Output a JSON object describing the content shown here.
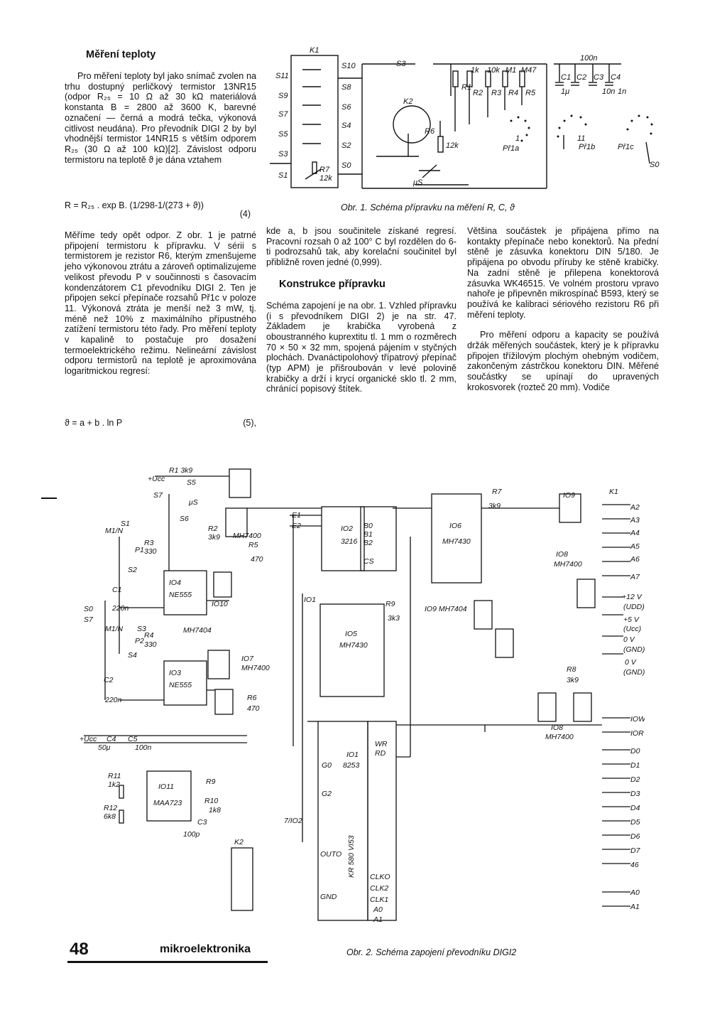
{
  "article": {
    "heading": "Měření teploty",
    "intro": "Pro měření teploty byl jako snímač zvolen na trhu dostupný perličkový termistor 13NR15 (odpor R₂₅ = 10 Ω až 30 kΩ materiálová konstanta B = 2800 až 3600 K, barevné označení — černá a modrá tečka, výkonová citlivost neudána). Pro převodník DIGI 2 by byl vhodnější termistor 14NR15 s větším odporem R₂₅ (30 Ω až 100 kΩ)[2]. Závislost odporu termistoru na teplotě ϑ je dána vztahem",
    "formula4": "R = R₂₅ . exp B. (1/298-1/(273 + ϑ))",
    "formula4_num": "(4)",
    "para2": "Měříme tedy opět odpor. Z obr. 1 je patrné připojení termistoru k přípravku. V sérii s termistorem je rezistor R6, kterým zmenšujeme jeho výkonovou ztrátu a zároveň optimalizujeme velikost převodu P v součinnosti s časovacím kondenzátorem C1 převodníku DIGI 2. Ten je připojen sekcí přepínače rozsahů Př1c v poloze 11. Výkonová ztráta je menší než 3 mW, tj. méně než 10% z maximálního přípustného zatížení termistoru této řady. Pro měření teploty v kapalině to postačuje pro dosažení termoelektrického režimu. Nelineární závislost odporu termistorů na teplotě je aproximována logaritmickou regresí:",
    "formula5": "ϑ = a + b . ln P",
    "formula5_num": "(5),",
    "para3": "kde a, b jsou součinitele získané regresí. Pracovní rozsah 0 až 100° C byl rozdělen do 6-ti podrozsahů tak, aby korelační součinitel byl přibližně roven jedné (0,999).",
    "heading2": "Konstrukce přípravku",
    "para4": "Schéma zapojení je na obr. 1. Vzhled přípravku (i s převodníkem DIGI 2) je na str. 47. Základem je krabička vyrobená z oboustranného kuprextitu tl. 1 mm o rozměrech 70 × 50 × 32 mm, spojená pájením v styčných plochách. Dvanáctipolohový třípatrový přepínač (typ APM) je přišroubován v levé polovině krabičky a drží i krycí organické sklo tl. 2 mm, chránící popisový štítek.",
    "para5": "Většina součástek je připájena přímo na kontakty přepínače nebo konektorů. Na přední stěně je zásuvka konektoru DIN 5/180. Je připájena po obvodu příruby ke stěně krabičky. Na zadní stěně je přilepena konektorová zásuvka WK46515. Ve volném prostoru vpravo nahoře je připevněn mikrospínač B593, který se používá ke kalibraci sériového rezistoru R6 při měření teploty.",
    "para6": "Pro měření odporu a kapacity se používá držák měřených součástek, který je k přípravku připojen třížilovým plochým ohebným vodičem, zakončeným zástrčkou konektoru DIN. Měřené součástky se upínají do upravených krokosvorek (rozteč 20 mm). Vodiče"
  },
  "figures": {
    "fig1_caption": "Obr. 1. Schéma přípravku na měření R, C, ϑ",
    "fig2_caption": "Obr. 2. Schéma zapojení převodníku DIGI2",
    "fig1_labels": {
      "k1": "K1",
      "s11": "S11",
      "s9": "S9",
      "s7": "S7",
      "s5": "S5",
      "s3": "S3",
      "s1": "S1",
      "s10": "S10",
      "s8": "S8",
      "s6": "S6",
      "s4": "S4",
      "s2": "S2",
      "s0": "S0",
      "r7": "R7",
      "r7v": "12k",
      "s3b": "S3",
      "k2": "K2",
      "r6": "R6",
      "r6v": "12k",
      "us": "μS",
      "r1": "R1",
      "r2": "R2",
      "r3": "R3",
      "r4": "R4",
      "r5": "R5",
      "v1": "1k",
      "v2": "10k",
      "v3": "M1",
      "v4": "M47",
      "pr1a": "Př1a",
      "c100": "100n",
      "c1": "C1",
      "c2": "C2",
      "c3": "C3",
      "c4": "C4",
      "c1v": "1μ",
      "c3v": "10n",
      "c4v": "1n",
      "pr1b": "Př1b",
      "pr1c": "Př1c",
      "s0b": "S0",
      "p11": "11",
      "p1": "1"
    },
    "fig2_labels": {
      "r1": "R1 3k9",
      "ucc": "+Ucc",
      "s5": "S5",
      "s7": "S7",
      "us": "μS",
      "s6": "S6",
      "r2": "R2",
      "r2v": "3k9",
      "mh7400a": "MH7400",
      "r5": "R5",
      "r5v": "470",
      "m1n": "M1/N",
      "s1": "S1",
      "p1": "P1",
      "r3": "R3",
      "r3v": "330",
      "s2": "S2",
      "c1": "C1",
      "c1v": "220n",
      "s0": "S0",
      "s7b": "S7",
      "ne555a": "NE555",
      "i04": "IO4",
      "i010": "IO10",
      "mh7404": "MH7404",
      "m1n3": "M1/N",
      "s3": "S3",
      "p2": "P2",
      "r4": "R4",
      "r4v": "330",
      "s4": "S4",
      "i03": "IO3",
      "ne555b": "NE555",
      "c2": "C2",
      "c2v": "220n",
      "i07": "IO7",
      "mh7400b": "MH7400",
      "r6": "R6",
      "r6v": "470",
      "ucc2": "+Ucc",
      "c4": "C4",
      "c4v": "50μ",
      "c5": "C5",
      "c5v": "100n",
      "i011": "IO11",
      "maa723": "MAA723",
      "r9a": "R9",
      "r10": "R10",
      "r10v": "1k8",
      "r11": "R11",
      "r11v": "1k2",
      "r12": "R12",
      "r12v": "6k8",
      "c3": "C3",
      "c3v": "100p",
      "k2": "K2",
      "e1": "E1",
      "e2": "E2",
      "i02": "IO2",
      "i02t": "3216",
      "b0": "B0",
      "b1": "B1",
      "b2": "B2",
      "cs": "CS",
      "i01": "IO1",
      "i01t": "8253",
      "i05": "IO5",
      "i05t": "MH7430",
      "i06": "IO6",
      "i06t": "MH7430",
      "r7": "R7",
      "r7v": "3k9",
      "i09": "IO9",
      "i08": "IO8",
      "i08t": "MH7400",
      "r9": "R9",
      "r9v": "3k3",
      "i09b": "IO9 MH7404",
      "r8": "R8",
      "r8v": "3k9",
      "i08b": "IO8",
      "i08bt": "MH7400",
      "k1": "K1",
      "a2": "A2",
      "a3": "A3",
      "a4": "A4",
      "a5": "A5",
      "a6": "A6",
      "a7": "A7",
      "v12": "+12 V",
      "udd": "(UDD)",
      "v5": "+5 V",
      "ucc3": "(Ucc)",
      "gnd1": "0 V",
      "gndl1": "(GND)",
      "gnd2": "0 V",
      "gndl2": "(GND)",
      "iow": "IOW",
      "ior": "IOR",
      "d0": "D0",
      "d1": "D1",
      "d2": "D2",
      "d3": "D3",
      "d4": "D4",
      "d5": "D5",
      "d6": "D6",
      "d7": "D7",
      "a46": "46",
      "a0": "A0",
      "a1": "A1",
      "g0": "G0",
      "g2": "G2",
      "out0": "OUTO",
      "gnd": "GND",
      "i07102": "7/IO2",
      "kr": "KR 580 VI53",
      "wr": "WR",
      "rd": "RD",
      "clk0": "CLKO",
      "clk2": "CLK2",
      "clk1": "CLK1",
      "a0b": "A0",
      "a1b": "A1"
    }
  },
  "footer": {
    "page_number": "48",
    "magazine": "mikroelektronika"
  }
}
